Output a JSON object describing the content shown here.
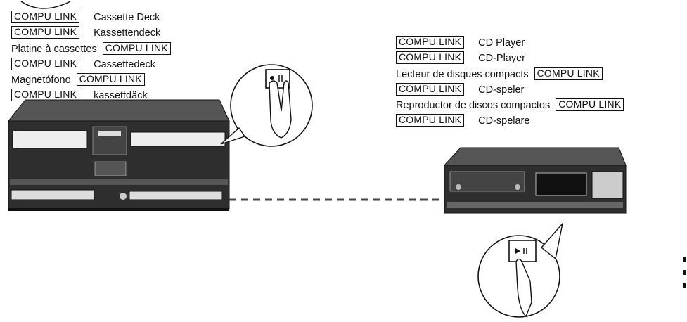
{
  "badge": "COMPU LINK",
  "cassette_labels": [
    {
      "text": "Cassette Deck",
      "order": "badge-first"
    },
    {
      "text": "Kassettendeck",
      "order": "badge-first"
    },
    {
      "text": "Platine à cassettes",
      "order": "text-first"
    },
    {
      "text": "Cassettedeck",
      "order": "badge-first"
    },
    {
      "text": "Magnetófono",
      "order": "text-first"
    },
    {
      "text": "kassettdäck",
      "order": "badge-first"
    }
  ],
  "cd_labels": [
    {
      "text": "CD Player",
      "order": "badge-first"
    },
    {
      "text": "CD-Player",
      "order": "badge-first"
    },
    {
      "text": "Lecteur de disques compacts",
      "order": "text-first"
    },
    {
      "text": "CD-speler",
      "order": "badge-first"
    },
    {
      "text": "Reproductor de discos compactos",
      "order": "text-first"
    },
    {
      "text": "CD-spelare",
      "order": "badge-first"
    }
  ],
  "colors": {
    "ink": "#111111",
    "device": "#3a3a3a",
    "paper": "#ffffff"
  }
}
